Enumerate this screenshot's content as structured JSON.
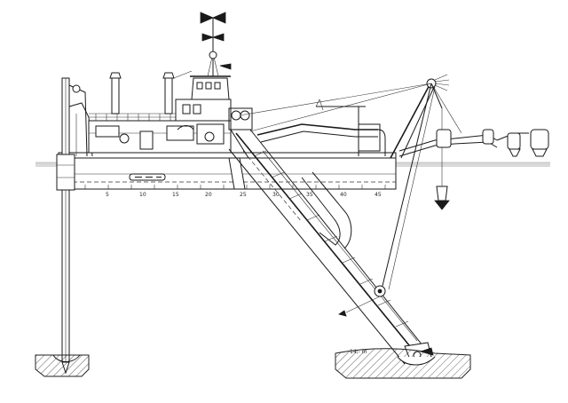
{
  "hull_scale": {
    "ticks": [
      "5",
      "10",
      "15",
      "20",
      "25",
      "30",
      "35",
      "40",
      "45"
    ]
  },
  "depth_label": "14,- m",
  "colors": {
    "ink": "#1a1a1a",
    "water": "#d9d9d9",
    "paper": "#ffffff"
  }
}
